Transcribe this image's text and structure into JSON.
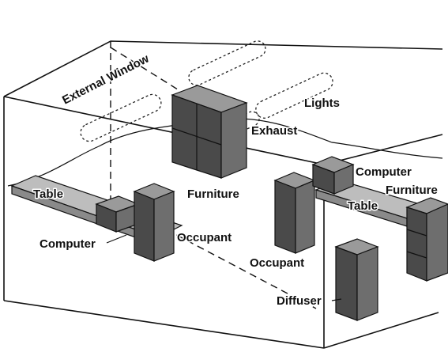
{
  "labels": {
    "external_window": "External Window",
    "lights": "Lights",
    "exhaust": "Exhaust",
    "furniture_center": "Furniture",
    "table_left": "Table",
    "computer_left": "Computer",
    "occupant_left": "Occupant",
    "occupant_center": "Occupant",
    "computer_right": "Computer",
    "furniture_right": "Furniture",
    "table_right": "Table",
    "diffuser": "Diffuser"
  },
  "colors": {
    "line": "#111111",
    "speckle_dark": "#4a4a4a",
    "speckle_light": "#9a9a9a",
    "background": "#ffffff"
  }
}
